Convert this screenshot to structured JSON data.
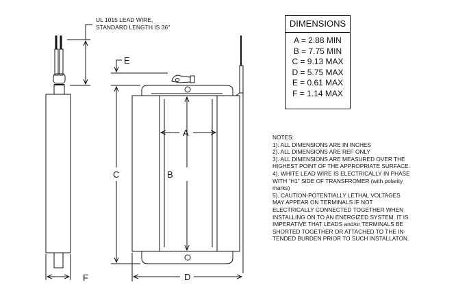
{
  "lead_note": [
    "UL 1015 LEAD WIRE,",
    "STANDARD LENGTH IS 36\""
  ],
  "dimension_labels": {
    "A": "A",
    "B": "B",
    "C": "C",
    "D": "D",
    "E": "E",
    "F": "F"
  },
  "dimensions_table": {
    "title": "DIMENSIONS",
    "rows": [
      "A = 2.88 MIN",
      "B = 7.75 MIN",
      "C = 9.13 MAX",
      "D = 5.75 MAX",
      "E = 0.61 MAX",
      "F = 1.14 MAX"
    ]
  },
  "notes": [
    "NOTES:",
    "1).  ALL DIMENSIONS ARE IN INCHES",
    "2).  ALL DIMENSIONS ARE REF ONLY",
    "3).  ALL DIMENSIONS ARE MEASURED OVER THE",
    "HIGHEST POINT OF THE APPROPRIATE SURFACE.",
    "4).  WHITE LEAD WIRE IS ELECTRICALLY IN PHASE",
    "WITH “H1” SIDE OF TRANSFROMER (with polarity",
    "marks)",
    "5).  CAUTION-POTENTIALLY LETHAL VOLTAGES",
    "MAY APPEAR ON TERMINALS IF NOT",
    "ELECTRICALLY CONNECTED TOGETHER WHEN",
    "INSTALLING ON TO AN ENERGIZED SYSTEM.  IT IS",
    "IMPERATIVE THAT LEADS and/or TERMINALS BE",
    "SHORTED TOGETHER OR ATTACHED TO THE IN-",
    "TENDED BURDEN PRIOR TO SUCH INSTALLATON."
  ]
}
